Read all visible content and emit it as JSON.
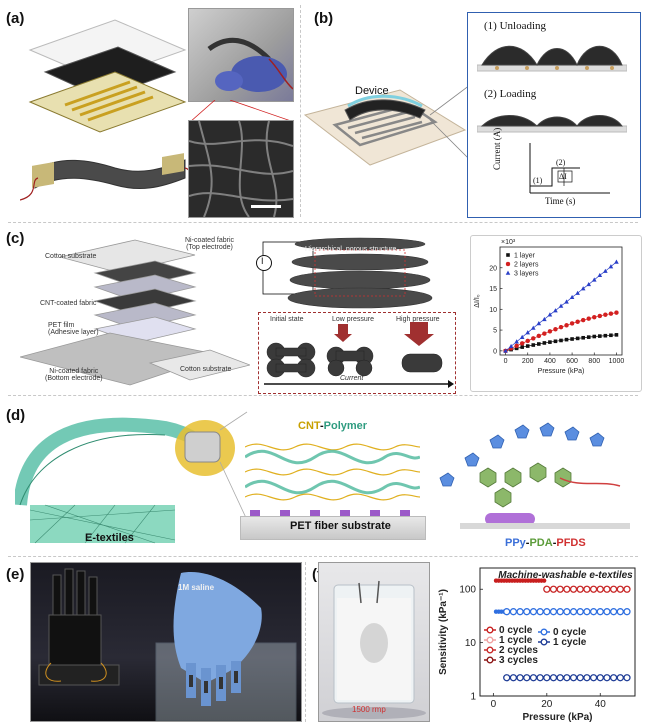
{
  "panels": {
    "a": "(a)",
    "b": "(b)",
    "c": "(c)",
    "d": "(d)",
    "e": "(e)",
    "f": "(f)"
  },
  "b": {
    "device_label": "Device",
    "unloading": "(1) Unloading",
    "loading": "(2) Loading",
    "ylabel": "Current (A)",
    "xlabel": "Time (s)",
    "step1": "(1)",
    "step2": "(2)",
    "delta": "ΔI"
  },
  "c": {
    "cotton_top": "Cotton substrate",
    "ni_top": "Ni-coated fabric\n(Top electrode)",
    "cnt": "CNT-coated fabric",
    "pet": "PET film\n(Adhesive layer)",
    "ni_bottom": "Ni-coated fabric\n(Bottom electrode)",
    "cotton_bottom": "Cotton substrate",
    "hier": "Hierarchical, porous structure",
    "meter": "I",
    "initial": "Initial state",
    "low": "Low pressure",
    "high": "High pressure",
    "current": "Current"
  },
  "d": {
    "cnt": "CNT",
    "dash": "-",
    "polymer": "Polymer",
    "substrate": "PET fiber substrate",
    "etextiles": "E-textiles",
    "ppy": "PPy",
    "pda": "PDA",
    "pfds": "PFDS"
  },
  "e": {
    "saline": "1M saline"
  },
  "f": {
    "rpm": "1500 rmp",
    "machine": "Machine-washable e-textiles"
  },
  "chart_data": [
    {
      "type": "scatter",
      "xlabel": "Pressure (kPa)",
      "ylabel": "ΔI/I₀",
      "y_multiplier": "×10³",
      "xlim": [
        -50,
        1050
      ],
      "ylim": [
        -1,
        25
      ],
      "xticks": [
        "0",
        "200",
        "400",
        "600",
        "800",
        "1000"
      ],
      "yticks": [
        "0",
        "5",
        "10",
        "15",
        "20"
      ],
      "series": [
        {
          "name": "1 layer",
          "color": "#111111",
          "marker": "square",
          "x": [
            0,
            50,
            100,
            150,
            200,
            250,
            300,
            350,
            400,
            450,
            500,
            550,
            600,
            650,
            700,
            750,
            800,
            850,
            900,
            950,
            1000
          ],
          "y": [
            0,
            0.3,
            0.6,
            0.9,
            1.15,
            1.4,
            1.65,
            1.9,
            2.1,
            2.3,
            2.5,
            2.7,
            2.85,
            3.0,
            3.15,
            3.3,
            3.45,
            3.55,
            3.65,
            3.75,
            3.85
          ]
        },
        {
          "name": "2 layers",
          "color": "#d32020",
          "marker": "circle",
          "x": [
            0,
            50,
            100,
            150,
            200,
            250,
            300,
            350,
            400,
            450,
            500,
            550,
            600,
            650,
            700,
            750,
            800,
            850,
            900,
            950,
            1000
          ],
          "y": [
            0,
            0.6,
            1.2,
            1.8,
            2.4,
            3.0,
            3.6,
            4.15,
            4.7,
            5.2,
            5.7,
            6.15,
            6.6,
            7.0,
            7.4,
            7.75,
            8.1,
            8.4,
            8.7,
            8.95,
            9.2
          ]
        },
        {
          "name": "3 layers",
          "color": "#2a3fc8",
          "marker": "triangle",
          "x": [
            0,
            50,
            100,
            150,
            200,
            250,
            300,
            350,
            400,
            450,
            500,
            550,
            600,
            650,
            700,
            750,
            800,
            850,
            900,
            950,
            1000
          ],
          "y": [
            0,
            1.1,
            2.2,
            3.3,
            4.4,
            5.5,
            6.6,
            7.6,
            8.7,
            9.7,
            10.8,
            11.8,
            12.9,
            13.9,
            15.0,
            16.0,
            17.1,
            18.2,
            19.2,
            20.3,
            21.4
          ]
        }
      ]
    },
    {
      "type": "line",
      "xlabel": "Pressure (kPa)",
      "ylabel": "Sensitivity (kPa⁻¹)",
      "yscale": "log",
      "xlim": [
        -5,
        53
      ],
      "ylim": [
        1,
        250
      ],
      "xticks": [
        "0",
        "20",
        "40"
      ],
      "yticks": [
        "1",
        "10",
        "100"
      ],
      "series": [
        {
          "name": "0 cycle",
          "color": "#c81e1e",
          "style": "filled",
          "x": [
            1,
            2,
            3,
            4,
            5,
            6,
            7,
            8,
            9,
            10,
            11,
            12,
            13,
            14,
            15,
            16,
            17,
            18,
            19
          ],
          "y": [
            145,
            145,
            145,
            145,
            145,
            145,
            145,
            145,
            145,
            145,
            145,
            145,
            145,
            145,
            145,
            145,
            145,
            145,
            145
          ]
        },
        {
          "name": "1 cycle",
          "color": "#f0a0a0",
          "style": "hollow",
          "x": [],
          "y": []
        },
        {
          "name": "2 cycles",
          "color": "#c82828",
          "style": "hollow",
          "x": [
            20,
            22.5,
            25,
            27.5,
            30,
            32.5,
            35,
            37.5,
            40,
            42.5,
            45,
            47.5,
            50
          ],
          "y": [
            100,
            100,
            100,
            100,
            100,
            100,
            100,
            100,
            100,
            100,
            100,
            100,
            100
          ]
        },
        {
          "name": "3 cycles",
          "color": "#8c1414",
          "style": "hollow",
          "x": [],
          "y": []
        },
        {
          "name": "0 cycle",
          "color": "#2f6fe0",
          "style": "filled",
          "x": [
            1,
            2,
            3,
            4
          ],
          "y": [
            38,
            38,
            38,
            38
          ]
        },
        {
          "name": "0 cycle",
          "color": "#2f6fe0",
          "style": "hollow",
          "x": [
            5,
            7.5,
            10,
            12.5,
            15,
            17.5,
            20,
            22.5,
            25,
            27.5,
            30,
            32.5,
            35,
            37.5,
            40,
            42.5,
            45,
            47.5,
            50
          ],
          "y": [
            38,
            38,
            38,
            38,
            38,
            38,
            38,
            38,
            38,
            38,
            38,
            38,
            38,
            38,
            38,
            38,
            38,
            38,
            38
          ]
        },
        {
          "name": "1 cycle",
          "color": "#1e3c96",
          "style": "hollow",
          "x": [
            5,
            7.5,
            10,
            12.5,
            15,
            17.5,
            20,
            22.5,
            25,
            27.5,
            30,
            32.5,
            35,
            37.5,
            40,
            42.5,
            45,
            47.5,
            50
          ],
          "y": [
            2.2,
            2.2,
            2.2,
            2.2,
            2.2,
            2.2,
            2.2,
            2.2,
            2.2,
            2.2,
            2.2,
            2.2,
            2.2,
            2.2,
            2.2,
            2.2,
            2.2,
            2.2,
            2.2
          ]
        }
      ],
      "legend": [
        {
          "name": "0 cycle",
          "color": "#c81e1e"
        },
        {
          "name": "1 cycle",
          "color": "#f0a0a0"
        },
        {
          "name": "2 cycles",
          "color": "#c82828"
        },
        {
          "name": "3 cycles",
          "color": "#8c1414"
        },
        {
          "name": "0 cycle",
          "color": "#2f6fe0"
        },
        {
          "name": "1 cycle",
          "color": "#1e3c96"
        }
      ]
    }
  ]
}
